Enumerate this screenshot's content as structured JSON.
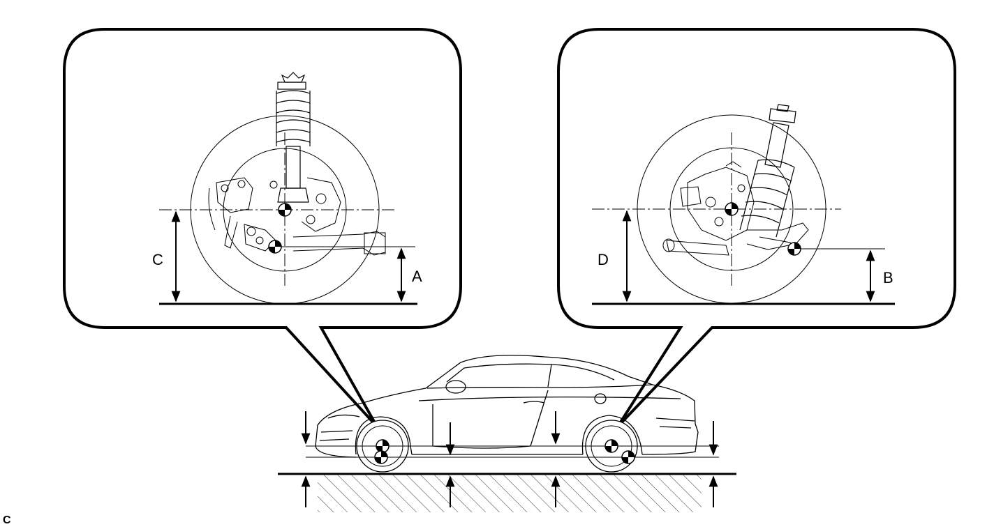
{
  "figure": {
    "labels": {
      "front_height": "C",
      "front_arm_height": "A",
      "rear_height": "D",
      "rear_arm_height": "B"
    },
    "corner_code": "C"
  },
  "colors": {
    "line": "#000000",
    "background": "#ffffff"
  },
  "icons": [
    "measuring-point-icon",
    "arrow-icon",
    "vehicle-outline",
    "suspension-drawing"
  ]
}
